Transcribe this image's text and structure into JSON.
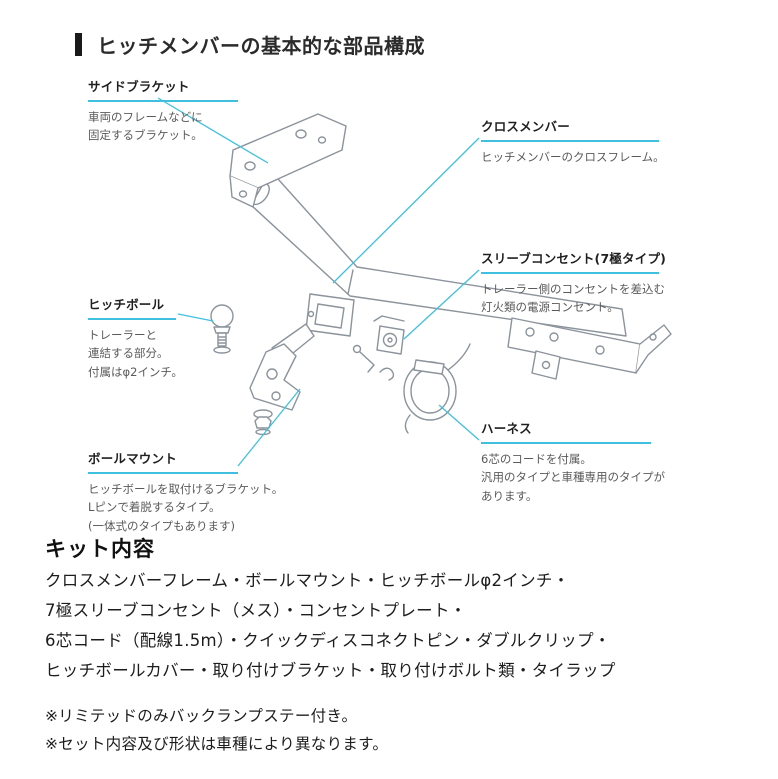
{
  "header": {
    "title": "ヒッチメンバーの基本的な部品構成"
  },
  "callouts": [
    {
      "label": "サイドブラケット",
      "desc": "車両のフレームなどに\n固定するブラケット。"
    },
    {
      "label": "クロスメンバー",
      "desc": "ヒッチメンバーのクロスフレーム。"
    },
    {
      "label": "スリーブコンセント(7極タイプ)",
      "desc": "トレーラー側のコンセントを差込む\n灯火類の電源コンセント。"
    },
    {
      "label": "ヒッチボール",
      "desc": "トレーラーと\n連結する部分。\n付属はφ2インチ。"
    },
    {
      "label": "ハーネス",
      "desc": "6芯のコードを付属。\n汎用のタイプと車種専用のタイプが\nあります。"
    },
    {
      "label": "ボールマウント",
      "desc": "ヒッチボールを取付けるブラケット。\nLピンで着脱するタイプ。\n(一体式のタイプもあります)"
    }
  ],
  "kit": {
    "heading": "キット内容",
    "lines": [
      "クロスメンバーフレーム・ボールマウント・ヒッチボールφ2インチ・",
      "7極スリーブコンセント（メス）・コンセントプレート・",
      "6芯コード（配線1.5m）・クイックディスコネクトピン・ダブルクリップ・",
      "ヒッチボールカバー・取り付けブラケット・取り付けボルト類・タイラップ"
    ]
  },
  "notes": [
    "※リミテッドのみバックランプステー付き。",
    "※セット内容及び形状は車種により異なります。"
  ],
  "colors": {
    "accent": "#3fc0df",
    "line_art": "#8b939b",
    "title_bar": "#1a1a1a"
  }
}
